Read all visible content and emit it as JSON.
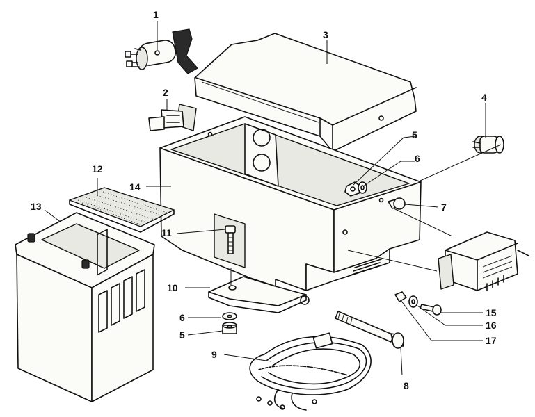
{
  "callouts": [
    {
      "id": "1",
      "label": "1"
    },
    {
      "id": "2",
      "label": "2"
    },
    {
      "id": "3",
      "label": "3"
    },
    {
      "id": "4",
      "label": "4"
    },
    {
      "id": "5a",
      "label": "5"
    },
    {
      "id": "6a",
      "label": "6"
    },
    {
      "id": "7",
      "label": "7"
    },
    {
      "id": "8",
      "label": "8"
    },
    {
      "id": "9",
      "label": "9"
    },
    {
      "id": "10",
      "label": "10"
    },
    {
      "id": "11",
      "label": "11"
    },
    {
      "id": "12",
      "label": "12"
    },
    {
      "id": "13",
      "label": "13"
    },
    {
      "id": "14",
      "label": "14"
    },
    {
      "id": "6b",
      "label": "6"
    },
    {
      "id": "5b",
      "label": "5"
    },
    {
      "id": "15",
      "label": "15"
    },
    {
      "id": "16",
      "label": "16"
    },
    {
      "id": "17",
      "label": "17"
    }
  ]
}
